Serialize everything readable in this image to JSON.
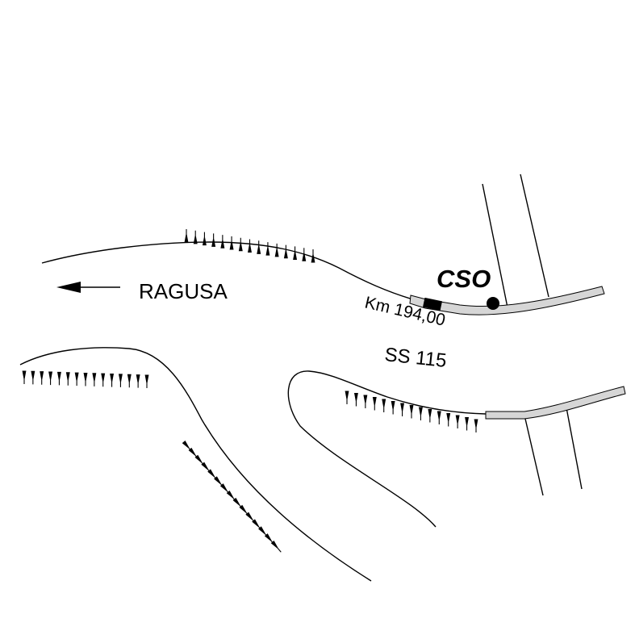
{
  "labels": {
    "city": "RAGUSA",
    "site": "CSO",
    "kilometre": "Km 194,00",
    "road": "SS 115"
  },
  "colors": {
    "ink": "#000000",
    "guardrail": "#d6d6d6",
    "background": "#ffffff"
  },
  "icons": {
    "direction": "arrow-left-icon",
    "site_marker": "filled-circle-icon",
    "kilometre_marker": "milestone-rectangle-icon"
  }
}
